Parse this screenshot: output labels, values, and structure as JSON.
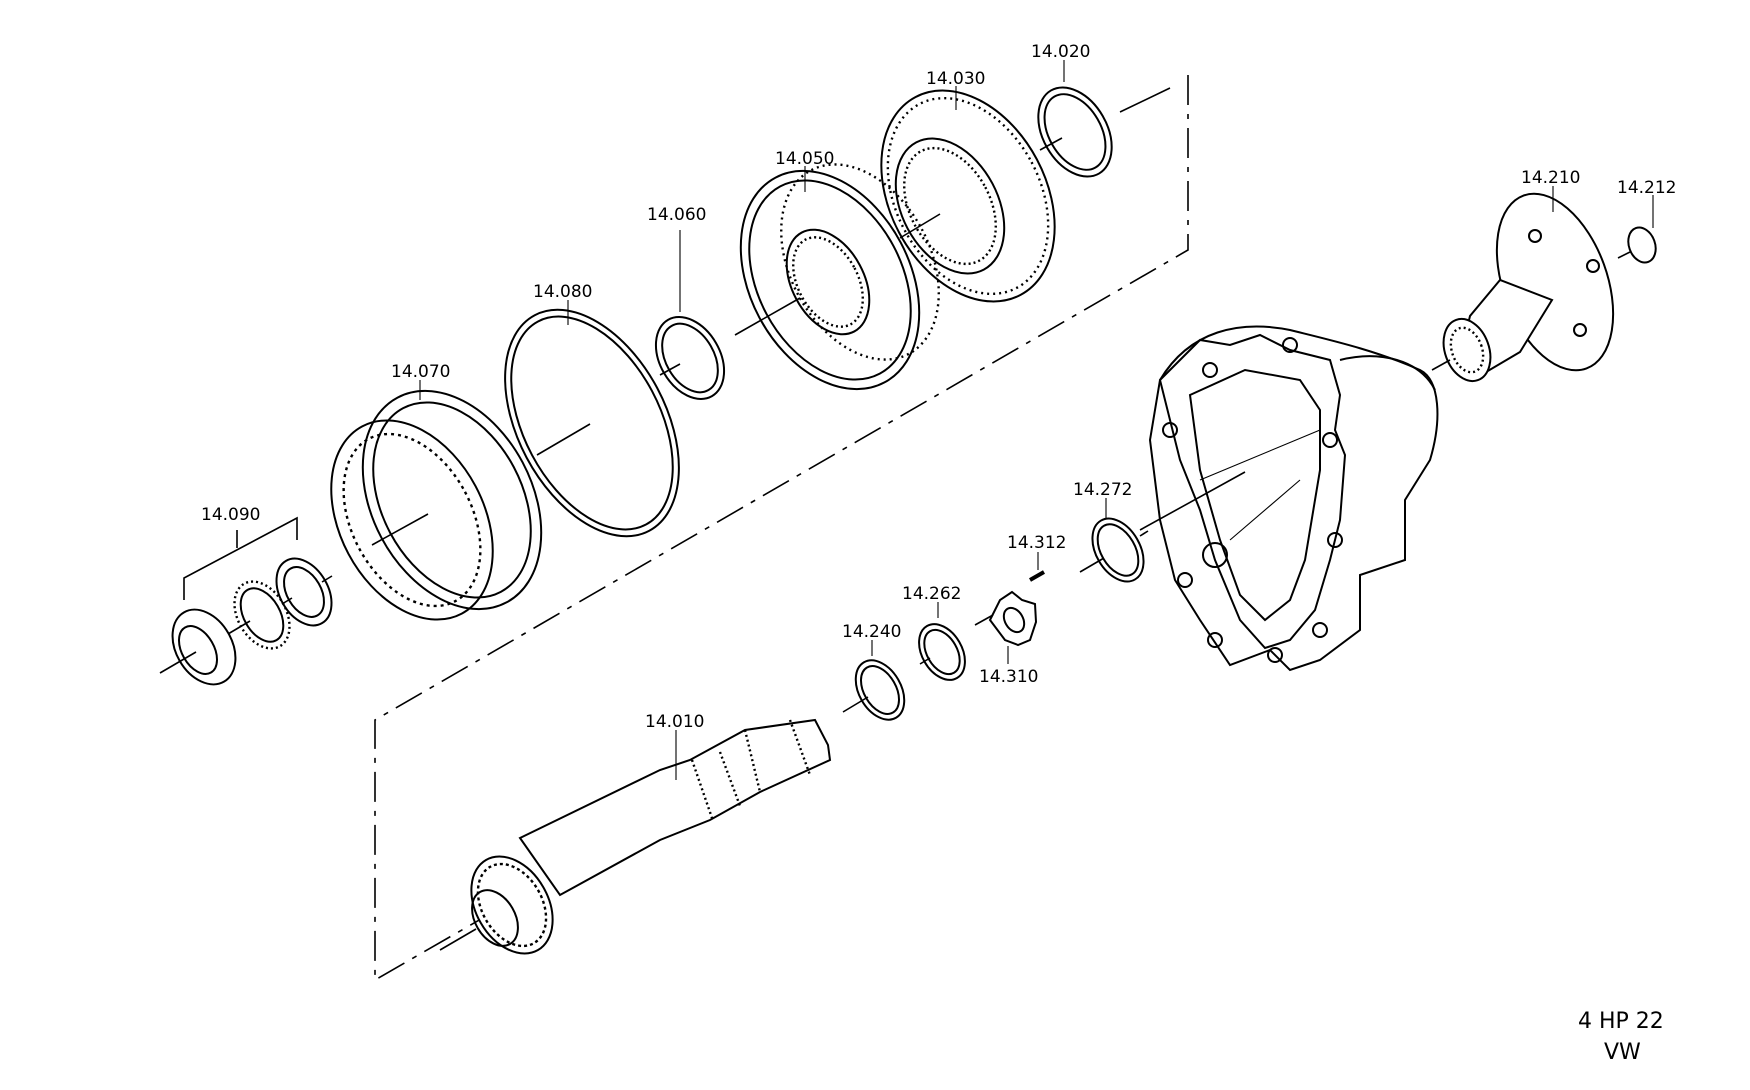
{
  "drawing": {
    "labels": {
      "p14_020": "14.020",
      "p14_030": "14.030",
      "p14_050": "14.050",
      "p14_060": "14.060",
      "p14_080": "14.080",
      "p14_070": "14.070",
      "p14_090": "14.090",
      "p14_210": "14.210",
      "p14_212": "14.212",
      "p14_272": "14.272",
      "p14_312": "14.312",
      "p14_262": "14.262",
      "p14_240": "14.240",
      "p14_310": "14.310",
      "p14_010": "14.010"
    },
    "stamp": {
      "model": "4 HP 22",
      "make": "VW"
    }
  }
}
